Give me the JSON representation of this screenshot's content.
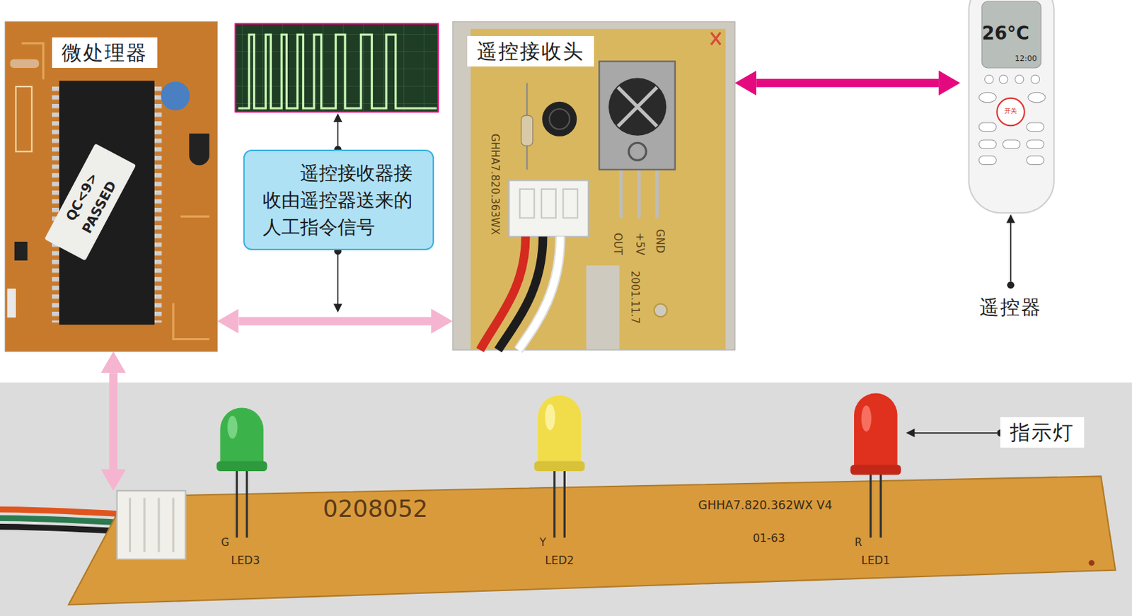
{
  "diagram": {
    "nodes": [
      {
        "text": [
          "微处理器"
        ]
      },
      {
        "text": [
          "遥控接收器接收由遥控器送来的人工指令信号"
        ]
      },
      {
        "text": [
          "遥控接收头"
        ]
      },
      {
        "text": [
          "遥控器"
        ]
      },
      {
        "text": [
          "指示灯"
        ]
      }
    ],
    "edges": [
      {
        "from": 0,
        "to": 2,
        "arrow": "both"
      },
      {
        "from": 2,
        "to": 3,
        "arrow": "both"
      },
      {
        "from": 0,
        "to": 4,
        "arrow": "both"
      }
    ],
    "labels": [
      "QC<9>",
      "PASSED",
      "OUT",
      "+5V",
      "GND",
      "2001.11.7",
      "GHHA7.820.363WX",
      "26°C",
      "12:00",
      "开关",
      "0208052",
      "GHHA7.820.362WX V4",
      "01-63",
      "LED3",
      "G",
      "LED2",
      "Y",
      "LED1",
      "R"
    ]
  }
}
